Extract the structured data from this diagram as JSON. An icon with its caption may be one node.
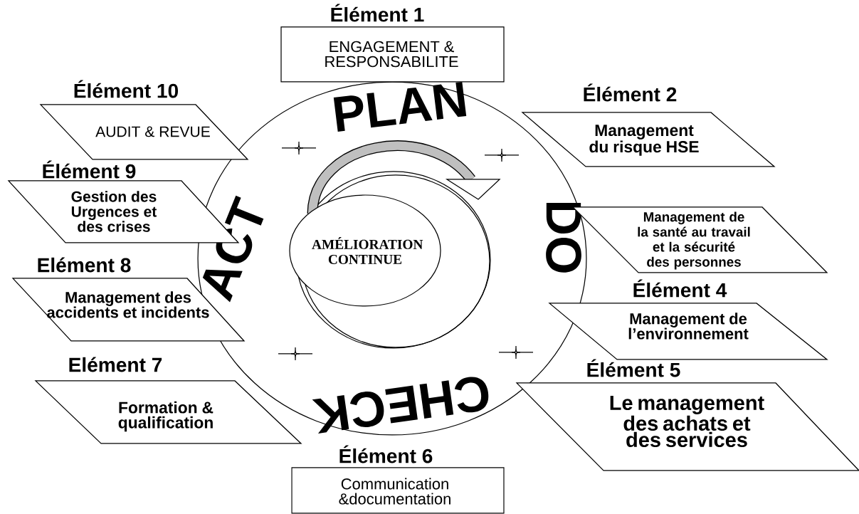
{
  "diagram": {
    "nodes": [
      {
        "text": [
          "PLAN",
          "DO",
          "CHECK",
          "ACT"
        ]
      },
      {
        "text": [
          "AMÉLIORATION CONTINUE"
        ],
        "in": 0
      },
      {
        "text": [
          "Élément 1",
          "ENGAGEMENT & RESPONSABILITE"
        ]
      },
      {
        "text": [
          "Élément 2",
          "Management du risque HSE"
        ]
      },
      {
        "text": [
          "Management de la santé au travail et la sécurité des personnes"
        ]
      },
      {
        "text": [
          "Élément 4",
          "Management de l’environnement"
        ]
      },
      {
        "text": [
          "Élément 5",
          "Le management des achats et des services"
        ]
      },
      {
        "text": [
          "Élément 6",
          "Communication &documentation"
        ]
      },
      {
        "text": [
          "Elément 7",
          "Formation & qualification"
        ]
      },
      {
        "text": [
          "Elément 8",
          "Management des accidents et incidents"
        ]
      },
      {
        "text": [
          "Élément 9",
          "Gestion des Urgences et des crises"
        ]
      },
      {
        "text": [
          "Élément 10",
          "AUDIT & REVUE"
        ]
      }
    ]
  }
}
